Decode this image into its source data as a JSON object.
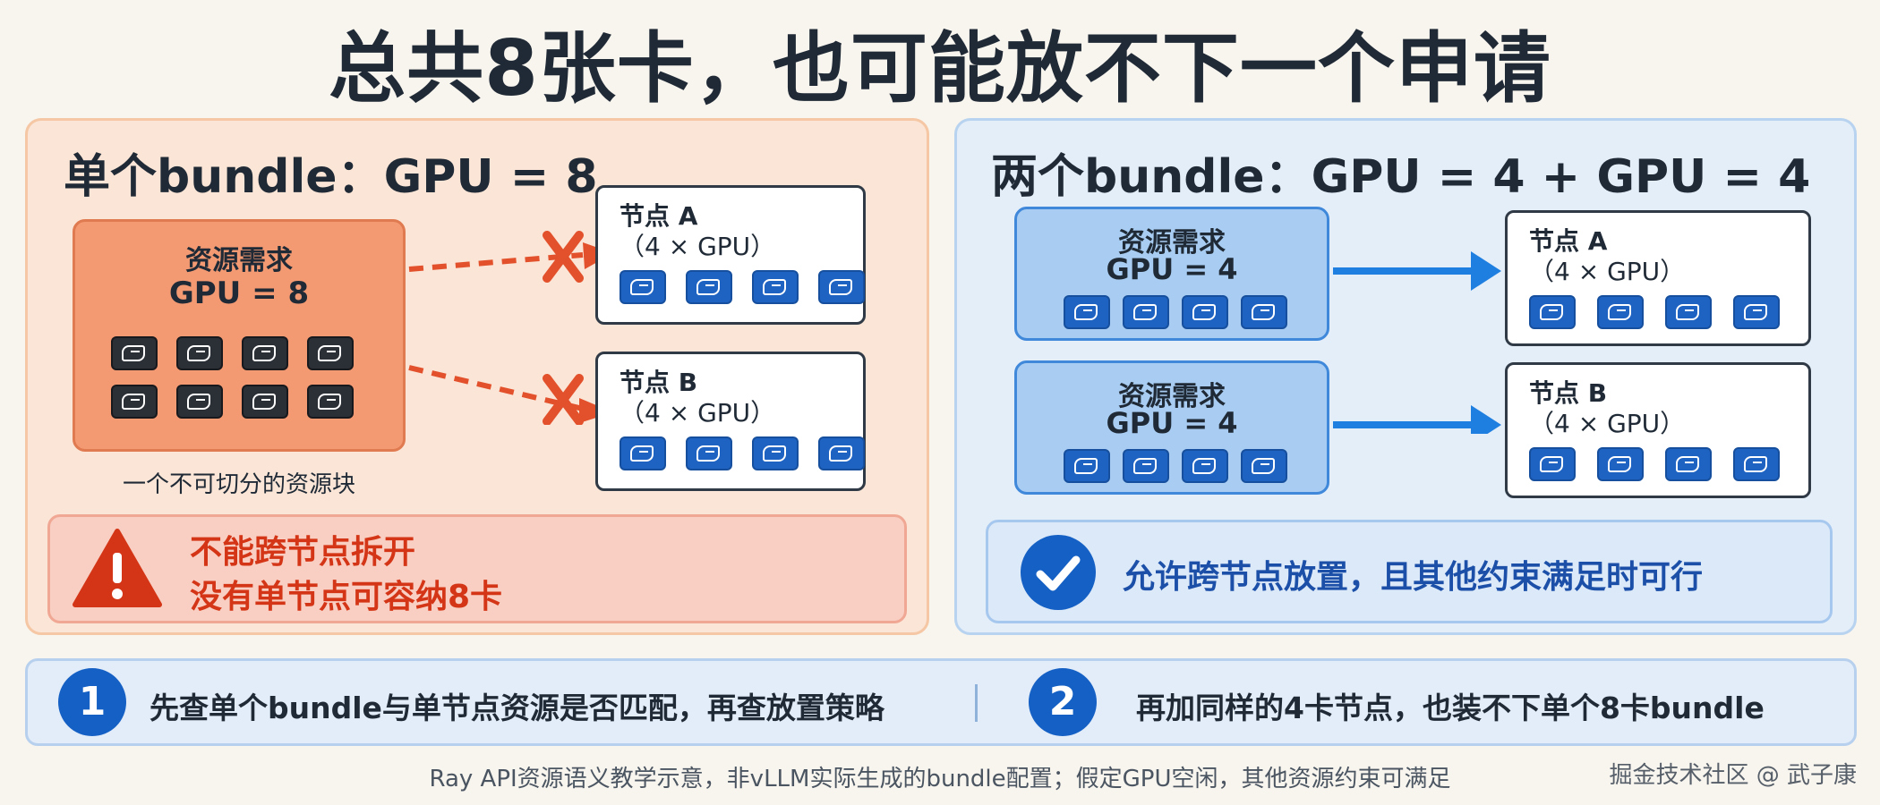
{
  "title": "总共8张卡，也可能放不下一个申请",
  "left": {
    "heading": "单个bundle：GPU = 8",
    "request_title": "资源需求",
    "request_value": "GPU = 8",
    "caption": "一个不可切分的资源块",
    "nodes": [
      {
        "name": "节点 A",
        "spec": "（4 × GPU）"
      },
      {
        "name": "节点 B",
        "spec": "（4 × GPU）"
      }
    ],
    "warning_line1": "不能跨节点拆开",
    "warning_line2": "没有单节点可容纳8卡"
  },
  "right": {
    "heading": "两个bundle：GPU = 4 + GPU = 4",
    "requests": [
      {
        "title": "资源需求",
        "value": "GPU = 4"
      },
      {
        "title": "资源需求",
        "value": "GPU = 4"
      }
    ],
    "nodes": [
      {
        "name": "节点 A",
        "spec": "（4 × GPU）"
      },
      {
        "name": "节点 B",
        "spec": "（4 × GPU）"
      }
    ],
    "ok_text": "允许跨节点放置，且其他约束满足时可行"
  },
  "steps": [
    {
      "number": "1",
      "text": "先查单个bundle与单节点资源是否匹配，再查放置策略"
    },
    {
      "number": "2",
      "text": "再加同样的4卡节点，也装不下单个8卡bundle"
    }
  ],
  "footer_note": "Ray API资源语义教学示意，非vLLM实际生成的bundle配置；假定GPU空闲，其他资源约束可满足",
  "watermark": "掘金技术社区 @ 武子康",
  "colors": {
    "warning_red": "#d43516",
    "accent_blue": "#1560c4",
    "arrow_red": "#e2512b",
    "arrow_blue": "#1f7fe0"
  },
  "icons": {
    "gpu": "gpu-card-icon",
    "fail": "x-mark-icon",
    "warning": "warning-triangle-icon",
    "ok": "check-circle-icon"
  }
}
